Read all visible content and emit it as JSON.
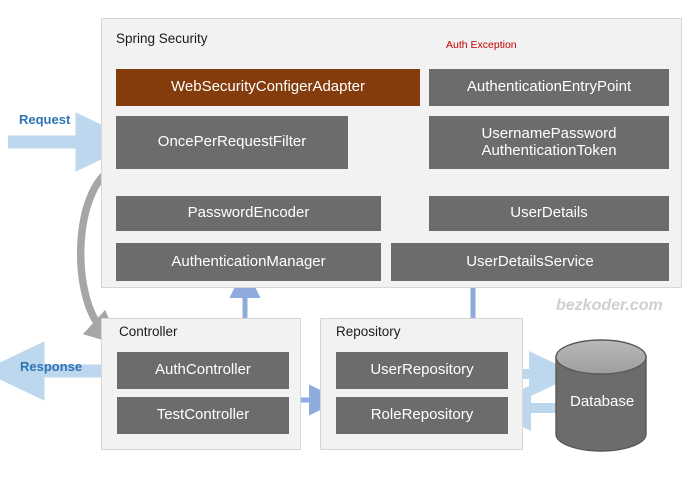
{
  "diagram": {
    "title_watermark": "bezkoder.com",
    "groups": [
      {
        "id": "spring-security",
        "label": "Spring Security"
      },
      {
        "id": "controller",
        "label": "Controller"
      },
      {
        "id": "repository",
        "label": "Repository"
      }
    ],
    "nodes": {
      "web_security_configer_adapter": "WebSecurityConfigerAdapter",
      "authentication_entry_point": "AuthenticationEntryPoint",
      "once_per_request_filter": "OncePerRequestFilter",
      "username_password_token_line1": "UsernamePassword",
      "username_password_token_line2": "AuthenticationToken",
      "password_encoder": "PasswordEncoder",
      "user_details": "UserDetails",
      "authentication_manager": "AuthenticationManager",
      "user_details_service": "UserDetailsService",
      "auth_controller": "AuthController",
      "test_controller": "TestController",
      "user_repository": "UserRepository",
      "role_repository": "RoleRepository",
      "database": "Database"
    },
    "flow_labels": {
      "request": "Request",
      "response": "Response",
      "auth_exception": "Auth Exception"
    },
    "colors": {
      "node_gray": "#6e6b6b",
      "node_brown": "#843c0c",
      "group_fill": "#f2f2f2",
      "arrow_blue": "#8faadc",
      "arrow_pale_blue": "#bdd7ee",
      "arrow_gray": "#a6a6a6",
      "exception_red": "#c00000",
      "label_blue": "#2e74b5",
      "database_body": "#6e6b6b",
      "watermark_gray": "#cfcfcf"
    }
  }
}
